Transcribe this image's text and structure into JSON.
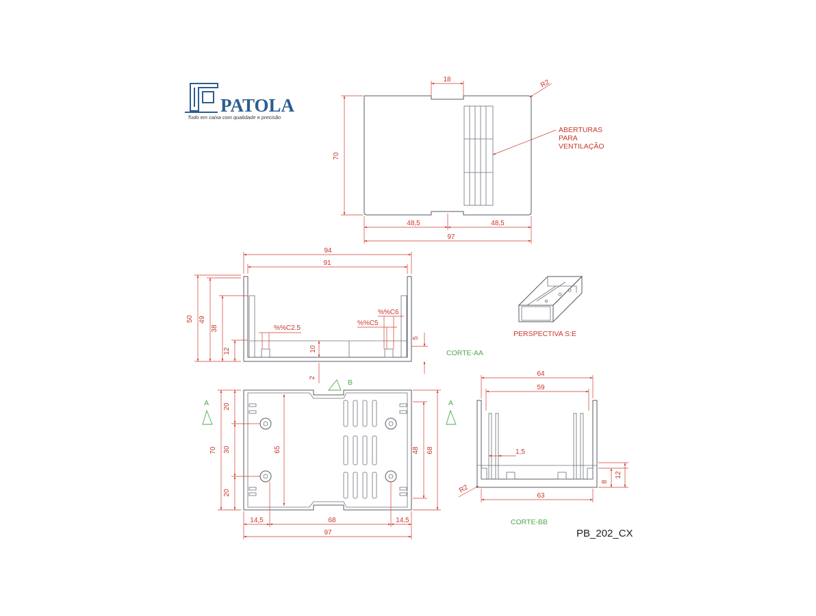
{
  "logo": {
    "name": "PATOLA",
    "tagline": "Tudo em caixa com qualidade e precisão"
  },
  "part_code": "PB_202_CX",
  "top_view": {
    "dim_top_slot": "18",
    "dim_radius": "R2",
    "dim_height": "70",
    "dim_half_left": "48,5",
    "dim_half_right": "48,5",
    "dim_width": "97",
    "note_vent": [
      "ABERTURAS",
      "PARA",
      "VENTILAÇÃO"
    ]
  },
  "section_aa": {
    "label": "CORTE-AA",
    "dim_outer_width": "94",
    "dim_inner_width": "91",
    "dim_height_50": "50",
    "dim_height_49": "49",
    "dim_height_38": "38",
    "dim_height_12": "12",
    "dim_height_10": "10",
    "dim_height_5": "5",
    "dim_hole_c25": "%%C2.5",
    "dim_hole_c6": "%%C6",
    "dim_hole_c5": "%%C5",
    "dim_gap_2": "2",
    "section_mark": "B"
  },
  "perspective": {
    "label": "PERSPECTIVA S:E"
  },
  "bottom_view": {
    "section_mark_left": "A",
    "section_mark_right": "A",
    "dim_20_top": "20",
    "dim_30": "30",
    "dim_20_bottom": "20",
    "dim_70": "70",
    "dim_65": "65",
    "dim_48": "48",
    "dim_68_right": "68",
    "dim_14_5_left": "14,5",
    "dim_68_bottom": "68",
    "dim_14_5_right": "14,5",
    "dim_97": "97"
  },
  "section_bb": {
    "label": "CORTE-BB",
    "dim_64": "64",
    "dim_59": "59",
    "dim_1_5": "1,5",
    "dim_63": "63",
    "dim_r2": "R2",
    "dim_8": "8",
    "dim_12": "12"
  }
}
